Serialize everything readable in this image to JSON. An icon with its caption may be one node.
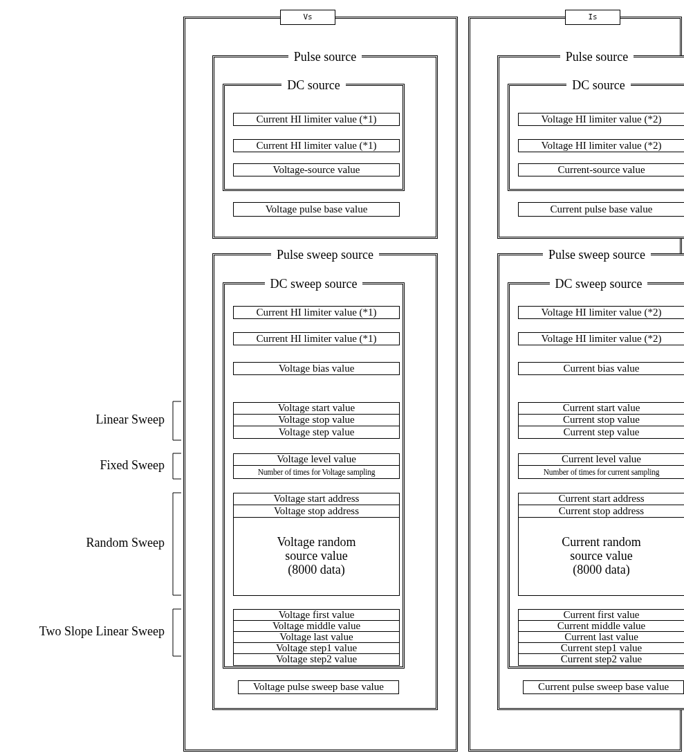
{
  "diagram": {
    "nodes": [
      {
        "text": [
          "Vs"
        ]
      },
      {
        "text": [
          "Pulse source"
        ],
        "in": 0
      },
      {
        "text": [
          "DC source"
        ],
        "in": 1
      },
      {
        "text": [
          "Current HI limiter value (*1)"
        ],
        "in": 2
      },
      {
        "text": [
          "Current HI limiter value (*1)"
        ],
        "in": 2
      },
      {
        "text": [
          "Voltage-source value"
        ],
        "in": 2
      },
      {
        "text": [
          "Voltage pulse base value"
        ],
        "in": 1
      },
      {
        "text": [
          "Pulse sweep source"
        ],
        "in": 0
      },
      {
        "text": [
          "DC sweep source"
        ],
        "in": 7
      },
      {
        "text": [
          "Current HI limiter value (*1)"
        ],
        "in": 8
      },
      {
        "text": [
          "Current HI limiter value (*1)"
        ],
        "in": 8
      },
      {
        "text": [
          "Voltage bias value"
        ],
        "in": 8
      },
      {
        "text": [
          "Voltage start value"
        ],
        "in": 8
      },
      {
        "text": [
          "Voltage stop value"
        ],
        "in": 8
      },
      {
        "text": [
          "Voltage step value"
        ],
        "in": 8
      },
      {
        "text": [
          "Voltage level value"
        ],
        "in": 8
      },
      {
        "text": [
          "Number of times for Voltage sampling"
        ],
        "in": 8
      },
      {
        "text": [
          "Voltage start address"
        ],
        "in": 8
      },
      {
        "text": [
          "Voltage stop address"
        ],
        "in": 8
      },
      {
        "text": [
          "Voltage random source value (8000 data)"
        ],
        "in": 8
      },
      {
        "text": [
          "Voltage first value"
        ],
        "in": 8
      },
      {
        "text": [
          "Voltage middle value"
        ],
        "in": 8
      },
      {
        "text": [
          "Voltage last value"
        ],
        "in": 8
      },
      {
        "text": [
          "Voltage step1 value"
        ],
        "in": 8
      },
      {
        "text": [
          "Voltage step2 value"
        ],
        "in": 8
      },
      {
        "text": [
          "Voltage pulse sweep base value"
        ],
        "in": 7
      },
      {
        "text": [
          "Is"
        ]
      },
      {
        "text": [
          "Pulse source"
        ],
        "in": 26
      },
      {
        "text": [
          "DC source"
        ],
        "in": 27
      },
      {
        "text": [
          "Voltage HI limiter value (*2)"
        ],
        "in": 28
      },
      {
        "text": [
          "Voltage HI limiter value (*2)"
        ],
        "in": 28
      },
      {
        "text": [
          "Current-source value"
        ],
        "in": 28
      },
      {
        "text": [
          "Current pulse base value"
        ],
        "in": 27
      },
      {
        "text": [
          "Pulse sweep source"
        ],
        "in": 26
      },
      {
        "text": [
          "DC sweep source"
        ],
        "in": 33
      },
      {
        "text": [
          "Voltage HI limiter value (*2)"
        ],
        "in": 34
      },
      {
        "text": [
          "Voltage HI limiter value (*2)"
        ],
        "in": 34
      },
      {
        "text": [
          "Current bias value"
        ],
        "in": 34
      },
      {
        "text": [
          "Current start value"
        ],
        "in": 34
      },
      {
        "text": [
          "Current stop value"
        ],
        "in": 34
      },
      {
        "text": [
          "Current step value"
        ],
        "in": 34
      },
      {
        "text": [
          "Current level value"
        ],
        "in": 34
      },
      {
        "text": [
          "Number of times for current sampling"
        ],
        "in": 34
      },
      {
        "text": [
          "Current start address"
        ],
        "in": 34
      },
      {
        "text": [
          "Current stop address"
        ],
        "in": 34
      },
      {
        "text": [
          "Current random source value (8000 data)"
        ],
        "in": 34
      },
      {
        "text": [
          "Current first value"
        ],
        "in": 34
      },
      {
        "text": [
          "Current middle value"
        ],
        "in": 34
      },
      {
        "text": [
          "Current last value"
        ],
        "in": 34
      },
      {
        "text": [
          "Current step1 value"
        ],
        "in": 34
      },
      {
        "text": [
          "Current step2 value"
        ],
        "in": 34
      },
      {
        "text": [
          "Current pulse sweep base value"
        ],
        "in": 33
      }
    ],
    "labels": [
      "Linear Sweep",
      "Fixed Sweep",
      "Random Sweep",
      "Two Slope Linear Sweep"
    ]
  }
}
